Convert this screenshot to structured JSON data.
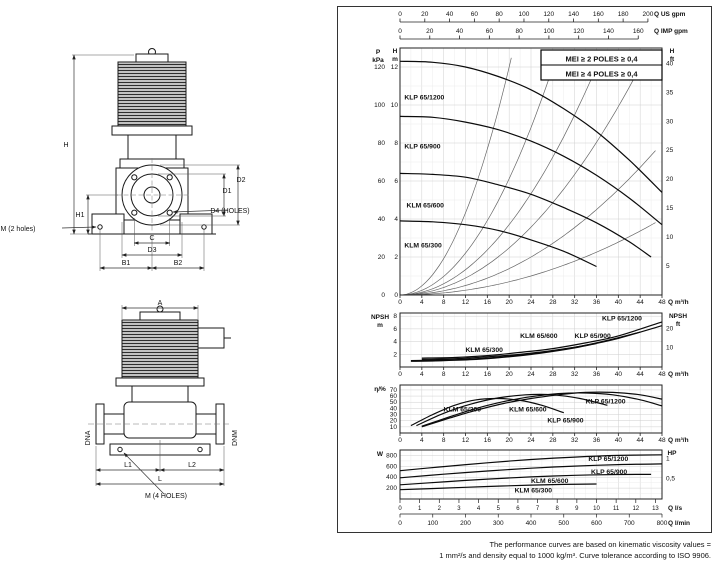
{
  "drawings": {
    "front": {
      "H": "H",
      "H1": "H1",
      "M2": "M (2 holes)",
      "D1": "D1",
      "D2": "D2",
      "D4": "D4 (HOLES)",
      "C": "C",
      "D3": "D3",
      "B1": "B1",
      "B2": "B2"
    },
    "side": {
      "A": "A",
      "DNA": "DNA",
      "DNM": "DNM",
      "L1": "L1",
      "L2": "L2",
      "L": "L",
      "M4": "M (4 HOLES)"
    }
  },
  "footnote": {
    "line1": "The performance curves are based on kinematic viscosity values =",
    "line2": "1 mm²/s and density equal to 1000 kg/m³. Curve tolerance according to ISO 9906."
  },
  "chart_data": {
    "type": "line",
    "mei_box": {
      "lines": [
        "MEI ≥ 2 POLES ≥ 0,4",
        "MEI ≥ 4 POLES ≥ 0,4"
      ]
    },
    "x_axis_m3h": {
      "label": "Q m³/h",
      "min": 0,
      "max": 48,
      "ticks": [
        0,
        4,
        8,
        12,
        16,
        20,
        24,
        28,
        32,
        36,
        40,
        44,
        48
      ]
    },
    "top_axes": [
      {
        "label": "Q US gpm",
        "to_m3h": 0.2271,
        "ticks": [
          0,
          20,
          40,
          60,
          80,
          100,
          120,
          140,
          160,
          180,
          200
        ]
      },
      {
        "label": "Q IMP gpm",
        "to_m3h": 0.2728,
        "ticks": [
          0,
          20,
          40,
          60,
          80,
          100,
          120,
          140,
          160
        ]
      }
    ],
    "bottom_axes": [
      {
        "label": "Q l/s",
        "to_m3h": 3.6,
        "ticks": [
          0,
          1,
          2,
          3,
          4,
          5,
          6,
          7,
          8,
          9,
          10,
          11,
          12,
          13
        ]
      },
      {
        "label": "Q l/min",
        "to_m3h": 0.06,
        "ticks": [
          0,
          100,
          200,
          300,
          400,
          500,
          600,
          700,
          800
        ]
      }
    ],
    "charts": [
      {
        "id": "head",
        "y_max": 13,
        "y_left_primary": {
          "label": "P kPa",
          "to_primary": 0.1,
          "ticks": [
            120,
            100,
            80,
            60,
            40,
            20,
            0
          ]
        },
        "y_left_secondary": {
          "label": "H m",
          "to_primary": 1,
          "ticks": [
            12,
            10,
            8,
            6,
            4,
            2,
            0
          ]
        },
        "y_right": {
          "label": "H ft",
          "to_primary": 0.3048,
          "ticks": [
            40,
            35,
            30,
            25,
            20,
            15,
            10,
            5
          ]
        },
        "system_curves_k": [
          0.03,
          0.0153,
          0.00926,
          0.0062,
          0.00347,
          0.00174
        ],
        "series": [
          {
            "name": "KLP 65/1200",
            "label_at": [
              0.8,
              10.3
            ],
            "points": [
              [
                0,
                12.3
              ],
              [
                6,
                12.25
              ],
              [
                12,
                12.0
              ],
              [
                18,
                11.5
              ],
              [
                24,
                10.8
              ],
              [
                30,
                9.8
              ],
              [
                36,
                8.6
              ],
              [
                42,
                7.1
              ],
              [
                48,
                5.4
              ]
            ]
          },
          {
            "name": "KLP 65/900",
            "label_at": [
              0.8,
              7.7
            ],
            "points": [
              [
                0,
                9.4
              ],
              [
                6,
                9.35
              ],
              [
                12,
                9.1
              ],
              [
                18,
                8.7
              ],
              [
                24,
                8.1
              ],
              [
                30,
                7.3
              ],
              [
                36,
                6.3
              ],
              [
                42,
                5.1
              ],
              [
                48,
                3.7
              ]
            ]
          },
          {
            "name": "KLM 65/600",
            "label_at": [
              1.2,
              4.6
            ],
            "points": [
              [
                0,
                6.4
              ],
              [
                6,
                6.35
              ],
              [
                12,
                6.2
              ],
              [
                18,
                5.8
              ],
              [
                24,
                5.3
              ],
              [
                30,
                4.6
              ],
              [
                36,
                3.8
              ],
              [
                42,
                2.8
              ],
              [
                46,
                2.0
              ]
            ]
          },
          {
            "name": "KLM 65/300",
            "label_at": [
              0.8,
              2.5
            ],
            "points": [
              [
                0,
                3.9
              ],
              [
                6,
                3.85
              ],
              [
                12,
                3.7
              ],
              [
                18,
                3.4
              ],
              [
                24,
                2.9
              ],
              [
                30,
                2.3
              ],
              [
                36,
                1.5
              ]
            ]
          }
        ]
      },
      {
        "id": "npsh",
        "y_max": 8.5,
        "y_left_primary": {
          "label": "NPSH m",
          "to_primary": 1,
          "ticks": [
            8,
            6,
            4,
            2
          ]
        },
        "y_right": {
          "label": "NPSH ft",
          "to_primary": 0.3048,
          "ticks": [
            20,
            10
          ]
        },
        "series": [
          {
            "name": "KLM 65/300",
            "label_at": [
              12,
              2.4
            ],
            "points": [
              [
                2,
                0.9
              ],
              [
                8,
                1.0
              ],
              [
                14,
                1.2
              ],
              [
                20,
                1.6
              ],
              [
                26,
                2.2
              ],
              [
                32,
                3.0
              ],
              [
                36,
                3.7
              ]
            ]
          },
          {
            "name": "KLM 65/600",
            "label_at": [
              22,
              4.6
            ],
            "points": [
              [
                2,
                1.0
              ],
              [
                8,
                1.1
              ],
              [
                14,
                1.3
              ],
              [
                20,
                1.7
              ],
              [
                26,
                2.3
              ],
              [
                32,
                3.1
              ],
              [
                38,
                4.2
              ],
              [
                44,
                5.5
              ]
            ]
          },
          {
            "name": "KLP 65/900",
            "label_at": [
              32,
              4.6
            ],
            "points": [
              [
                4,
                1.2
              ],
              [
                10,
                1.3
              ],
              [
                16,
                1.6
              ],
              [
                22,
                2.0
              ],
              [
                28,
                2.6
              ],
              [
                34,
                3.4
              ],
              [
                40,
                4.5
              ],
              [
                48,
                6.5
              ]
            ]
          },
          {
            "name": "KLP 65/1200",
            "label_at": [
              37,
              7.3
            ],
            "points": [
              [
                4,
                1.4
              ],
              [
                10,
                1.5
              ],
              [
                16,
                1.8
              ],
              [
                22,
                2.3
              ],
              [
                28,
                2.9
              ],
              [
                34,
                3.8
              ],
              [
                40,
                4.9
              ],
              [
                48,
                7.1
              ]
            ]
          }
        ]
      },
      {
        "id": "efficiency",
        "y_max": 78,
        "y_left_primary": {
          "label": "η/%",
          "to_primary": 1,
          "ticks": [
            70,
            60,
            50,
            40,
            30,
            20,
            10
          ]
        },
        "series": [
          {
            "name": "KLM 65/300",
            "label_at": [
              8,
              35
            ],
            "points": [
              [
                2,
                12
              ],
              [
                6,
                30
              ],
              [
                10,
                45
              ],
              [
                14,
                54
              ],
              [
                18,
                56
              ],
              [
                22,
                53
              ],
              [
                26,
                45
              ],
              [
                30,
                33
              ]
            ]
          },
          {
            "name": "KLM 65/600",
            "label_at": [
              20,
              35
            ],
            "points": [
              [
                3,
                12
              ],
              [
                8,
                32
              ],
              [
                13,
                47
              ],
              [
                18,
                57
              ],
              [
                23,
                62
              ],
              [
                28,
                62
              ],
              [
                33,
                56
              ],
              [
                38,
                45
              ]
            ]
          },
          {
            "name": "KLP 65/900",
            "label_at": [
              27,
              17
            ],
            "points": [
              [
                4,
                11
              ],
              [
                9,
                26
              ],
              [
                14,
                40
              ],
              [
                19,
                51
              ],
              [
                24,
                59
              ],
              [
                29,
                64
              ],
              [
                34,
                65
              ],
              [
                39,
                62
              ],
              [
                44,
                54
              ],
              [
                48,
                44
              ]
            ]
          },
          {
            "name": "KLP 65/1200",
            "label_at": [
              34,
              48
            ],
            "points": [
              [
                4,
                10
              ],
              [
                9,
                24
              ],
              [
                14,
                37
              ],
              [
                19,
                48
              ],
              [
                24,
                56
              ],
              [
                29,
                62
              ],
              [
                34,
                66
              ],
              [
                39,
                66
              ],
              [
                44,
                62
              ],
              [
                48,
                55
              ]
            ]
          }
        ]
      },
      {
        "id": "power",
        "y_max": 900,
        "y_left_primary": {
          "label": "W",
          "to_primary": 1,
          "ticks": [
            800,
            600,
            400,
            200
          ]
        },
        "y_right": {
          "label": "HP",
          "to_primary": 745.7,
          "ticks": [
            "1",
            "0,5"
          ]
        },
        "series": [
          {
            "name": "KLM 65/300",
            "label_at": [
              21,
              115
            ],
            "points": [
              [
                0,
                170
              ],
              [
                8,
                200
              ],
              [
                16,
                230
              ],
              [
                24,
                255
              ],
              [
                30,
                268
              ],
              [
                36,
                275
              ]
            ]
          },
          {
            "name": "KLM 65/600",
            "label_at": [
              24,
              290
            ],
            "points": [
              [
                0,
                260
              ],
              [
                8,
                315
              ],
              [
                16,
                365
              ],
              [
                24,
                405
              ],
              [
                32,
                435
              ],
              [
                40,
                450
              ],
              [
                46,
                452
              ]
            ]
          },
          {
            "name": "KLP 65/900",
            "label_at": [
              35,
              460
            ],
            "points": [
              [
                0,
                390
              ],
              [
                8,
                455
              ],
              [
                16,
                515
              ],
              [
                24,
                565
              ],
              [
                32,
                605
              ],
              [
                40,
                632
              ],
              [
                48,
                645
              ]
            ]
          },
          {
            "name": "KLP 65/1200",
            "label_at": [
              34.5,
              700
            ],
            "points": [
              [
                0,
                520
              ],
              [
                8,
                595
              ],
              [
                16,
                665
              ],
              [
                24,
                725
              ],
              [
                32,
                770
              ],
              [
                40,
                800
              ],
              [
                48,
                812
              ]
            ]
          }
        ]
      }
    ]
  }
}
